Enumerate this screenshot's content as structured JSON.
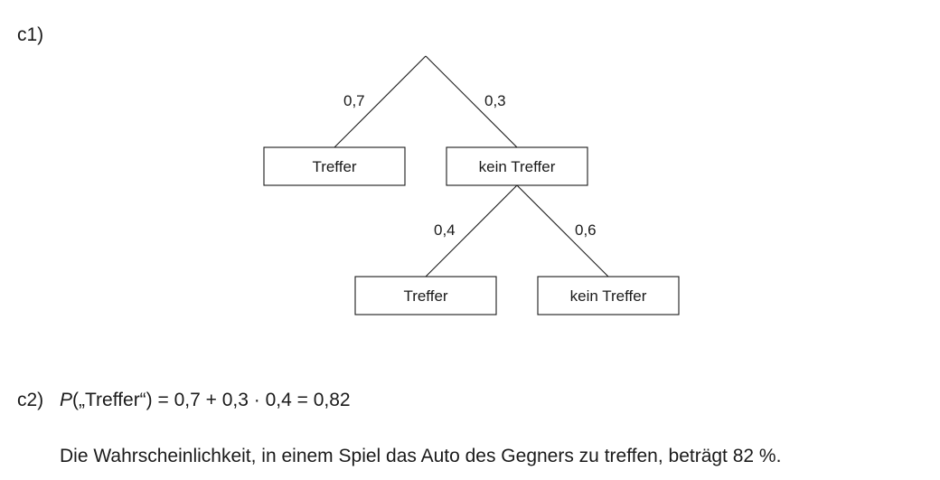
{
  "c1": {
    "label": "c1)",
    "tree": {
      "branches": {
        "root_left": "0,7",
        "root_right": "0,3",
        "sub_left": "0,4",
        "sub_right": "0,6"
      },
      "nodes": {
        "level1_left": "Treffer",
        "level1_right": "kein Treffer",
        "level2_left": "Treffer",
        "level2_right": "kein Treffer"
      }
    }
  },
  "c2": {
    "label": "c2)",
    "formula": {
      "p": "P",
      "expression": "(„Treffer“) = 0,7 + 0,3 · 0,4 = 0,82"
    },
    "sentence": "Die Wahrscheinlichkeit, in einem Spiel das Auto des Gegners zu treffen, beträgt 82 %."
  }
}
